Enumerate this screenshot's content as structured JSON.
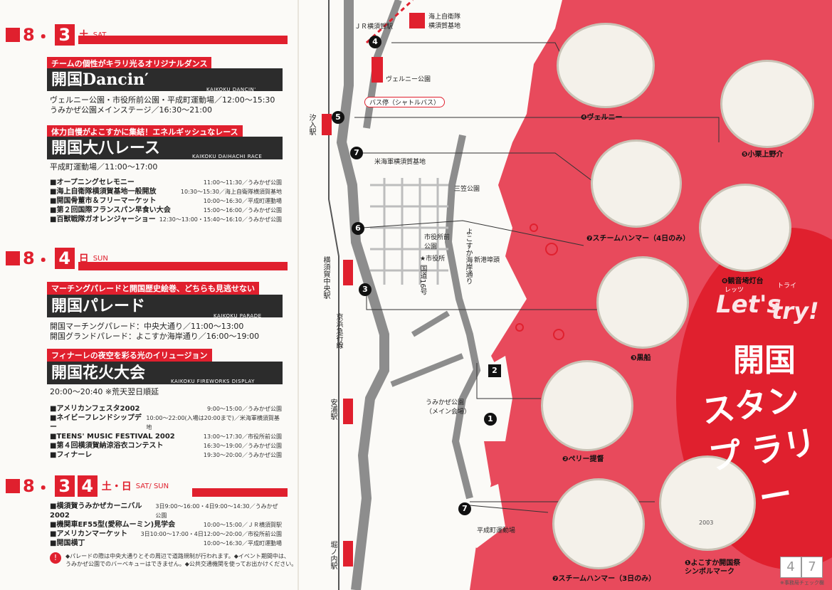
{
  "day1": {
    "month": "8",
    "dot": "・",
    "day": "3",
    "weekday": "土",
    "weekday_en": "SAT",
    "ev1_tag": "チームの個性がキラリ光るオリジナルダンス",
    "ev1_title": "開国Dancin′",
    "ev1_sub": "KAIKOKU DANCIN'",
    "ev1_info1": "ヴェルニー公園・市役所前公園・平成町運動場／12:00〜15:30",
    "ev1_info2": "うみかぜ公園メインステージ／16:30〜21:00",
    "ev2_tag": "体力自慢がよこすかに集結！エネルギッシュなレース",
    "ev2_title": "開国大八レース",
    "ev2_sub": "KAIKOKU DAIHACHI RACE",
    "ev2_info": "平成町運動場／11:00〜17:00",
    "items": [
      {
        "name": "■オープニングセレモニー",
        "time": "11:00〜11:30／うみかぜ公園"
      },
      {
        "name": "■海上自衛隊横須賀基地一般開放",
        "time": "10:30〜15:30／海上自衛隊横須賀基地"
      },
      {
        "name": "■開国骨董市＆フリーマーケット",
        "time": "10:00〜16:30／平成町運動場"
      },
      {
        "name": "■第２回国際フランスパン早食い大会",
        "time": "15:00〜16:00／うみかぜ公園"
      },
      {
        "name": "■百獣戦隊ガオレンジャーショー",
        "time": "12:30〜13:00・15:40〜16:10／うみかぜ公園"
      }
    ]
  },
  "day2": {
    "month": "8",
    "dot": "・",
    "day": "4",
    "weekday": "日",
    "weekday_en": "SUN",
    "ev1_tag": "マーチングパレードと開国歴史絵巻、どちらも見逃せない",
    "ev1_title": "開国パレード",
    "ev1_sub": "KAIKOKU PARADE",
    "ev1_info1": "開国マーチングパレード：中央大通り／11:00〜13:00",
    "ev1_info2": "開国グランドパレード：よこすか海岸通り／16:00〜19:00",
    "ev2_tag": "フィナーレの夜空を彩る光のイリュージョン",
    "ev2_title": "開国花火大会",
    "ev2_sub": "KAIKOKU FIREWORKS DISPLAY",
    "ev2_info": "20:00〜20:40 ※荒天翌日順延",
    "items": [
      {
        "name": "■アメリカンフェスタ2002",
        "time": "9:00〜15:00／うみかぜ公園"
      },
      {
        "name": "■ネイビーフレンドシップデー",
        "time": "10:00〜22:00(入場は20:00まで)／米海軍横須賀基地"
      },
      {
        "name": "■TEENS' MUSIC FESTIVAL 2002",
        "time": "13:00〜17:30／市役所前公園"
      },
      {
        "name": "■第４回横須賀納涼浴衣コンテスト",
        "time": "16:30〜19:00／うみかぜ公園"
      },
      {
        "name": "■フィナーレ",
        "time": "19:30〜20:00／うみかぜ公園"
      }
    ]
  },
  "day3": {
    "month": "8",
    "dot": "・",
    "day_a": "3",
    "day_b": "4",
    "weekday": "土・日",
    "weekday_en": "SAT/ SUN",
    "items": [
      {
        "name": "■横須賀うみかぜカーニバル2002",
        "time": "3日9:00〜16:00・4日9:00〜14:30／うみかぜ公園"
      },
      {
        "name": "■機関車EF55型(愛称ムーミン)見学会",
        "time": "10:00〜15:00／ＪＲ横須賀駅"
      },
      {
        "name": "■アメリカンマーケット",
        "time": "3日10:00〜17:00・4日12:00〜20:00／市役所前公園"
      },
      {
        "name": "■開国横丁",
        "time": "10:00〜16:30／平成町運動場"
      }
    ],
    "note1": "◆パレードの際は中央大通りとその周辺で道路規制が行われます。◆イベント期間中は、",
    "note2": "うみかぜ公園でのバーベキューはできません。◆公共交通機関を使ってお出かけください。"
  },
  "map": {
    "labels": {
      "jr": "ＪＲ横須賀駅",
      "msdf": "海上自衛隊\n横須賀基地",
      "verny": "ヴェルニー公園",
      "bus": "バス停（シャトルバス）",
      "navy": "米海軍横須賀基地",
      "mikasa": "三笠公園",
      "cityhallpark": "市役所前\n公園",
      "cityhall": "★市役所",
      "shinko": "新港埠頭",
      "umikaze": "うみかぜ公園\n（メイン会場）",
      "heisei": "平成町運動場",
      "shioiri": "汐入駅",
      "yokosukachuo": "横須賀中央駅",
      "yasuura": "安浦駅",
      "horinouchi": "堀ノ内駅",
      "keikyu": "京浜急行線",
      "route16": "国道16号",
      "kaigan": "よこすか海岸通り"
    }
  },
  "stamps": {
    "m4": "❹ヴェルニー",
    "m5": "❺小栗上野介",
    "m7a": "❼スチームハンマー（4日のみ）",
    "m6": "❻観音埼灯台",
    "m3": "❸黒船",
    "m2": "❷ペリー提督",
    "m1": "❶よこすか開国祭\nシンボルマーク",
    "m7b": "❼スチームハンマー（3日のみ）",
    "year": "2003",
    "ruby_lets": "レッツ",
    "ruby_try": "トライ",
    "lets": "Let's",
    "try": "try!",
    "title1": "開国",
    "title2": "スタンプ",
    "title3": "ラリー",
    "page_a": "4",
    "page_b": "7",
    "check": "※事務局チェック欄"
  },
  "colors": {
    "accent": "#e0202e",
    "pink": "#e84a5c",
    "road": "#8d8d8d"
  }
}
